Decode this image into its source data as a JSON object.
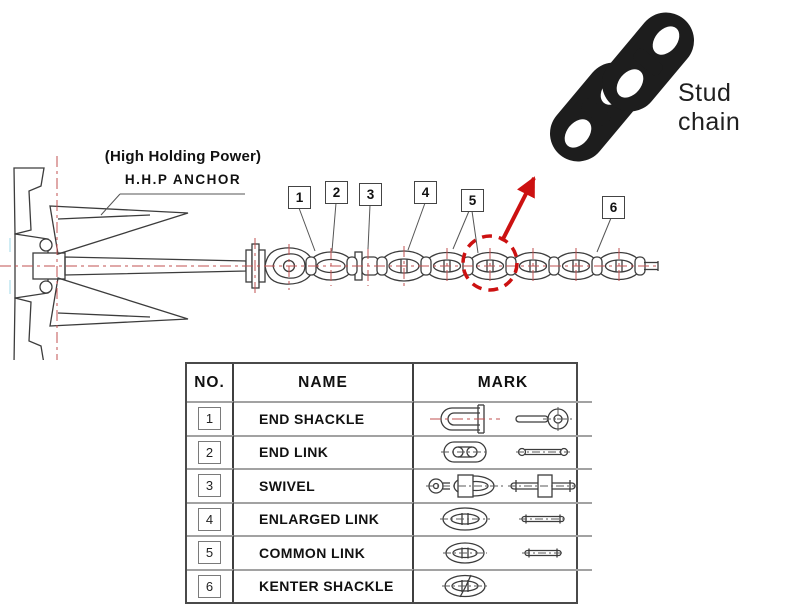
{
  "colors": {
    "background": "#ffffff",
    "drawing_line": "#3c3c3c",
    "centerline_red": "#c05050",
    "accent_red": "#cc1111",
    "chain_photo_black": "#1d1d1d",
    "table_border": "#4a4a4a"
  },
  "anchor": {
    "label_line1": "(High Holding Power)",
    "label_line2": "H.H.P ANCHOR"
  },
  "stud_chain": {
    "label": "Stud chain"
  },
  "callouts": [
    "1",
    "2",
    "3",
    "4",
    "5",
    "6"
  ],
  "table": {
    "headers": {
      "no": "NO.",
      "name": "NAME",
      "mark": "MARK"
    },
    "rows": [
      {
        "no": "1",
        "name": "END SHACKLE"
      },
      {
        "no": "2",
        "name": "END LINK"
      },
      {
        "no": "3",
        "name": "SWIVEL"
      },
      {
        "no": "4",
        "name": "ENLARGED LINK"
      },
      {
        "no": "5",
        "name": "COMMON LINK"
      },
      {
        "no": "6",
        "name": "KENTER SHACKLE"
      }
    ]
  }
}
